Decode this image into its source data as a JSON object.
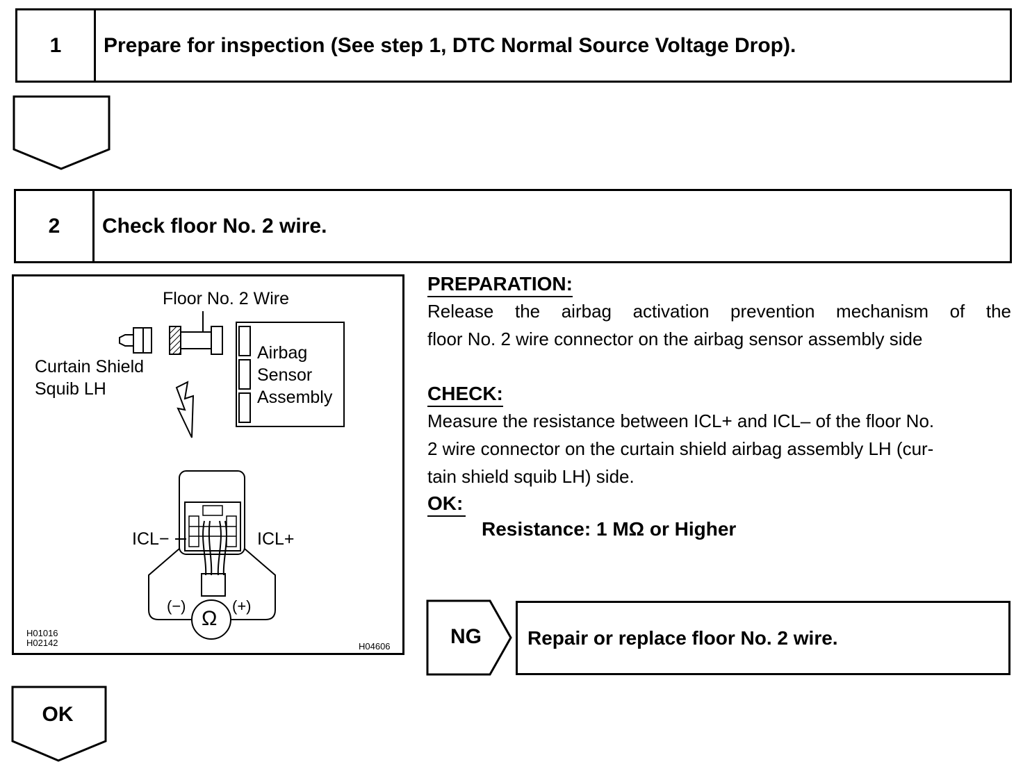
{
  "step1": {
    "number": "1",
    "title": "Prepare for inspection (See step 1, DTC Normal Source Voltage Drop)."
  },
  "step2": {
    "number": "2",
    "title": "Check floor No. 2 wire."
  },
  "figure": {
    "label_floor_wire": "Floor No. 2 Wire",
    "label_curtain_line1": "Curtain Shield",
    "label_curtain_line2": "Squib LH",
    "label_airbag_line1": "Airbag",
    "label_airbag_line2": "Sensor",
    "label_airbag_line3": "Assembly",
    "label_icl_minus": "ICL−",
    "label_icl_plus": "ICL+",
    "label_minus": "(−)",
    "label_plus": "(+)",
    "ohm_symbol": "Ω",
    "code_1": "H01016",
    "code_2": "H02142",
    "code_3": "H04606"
  },
  "preparation": {
    "heading": "PREPARATION:",
    "line1": "Release the airbag activation prevention mechanism of the",
    "line2": "floor No. 2 wire connector on the airbag sensor assembly side"
  },
  "check": {
    "heading": "CHECK:",
    "line1": "Measure the resistance between ICL+ and ICL– of the floor No.",
    "line2": "2 wire connector on the curtain shield airbag assembly LH (cur-",
    "line3": "tain shield squib LH) side."
  },
  "ok_spec": {
    "heading": "OK:",
    "value": "Resistance: 1 MΩ or Higher"
  },
  "ng_result": {
    "label": "NG",
    "action": "Repair or replace floor No. 2 wire."
  },
  "ok_result": {
    "label": "OK"
  }
}
